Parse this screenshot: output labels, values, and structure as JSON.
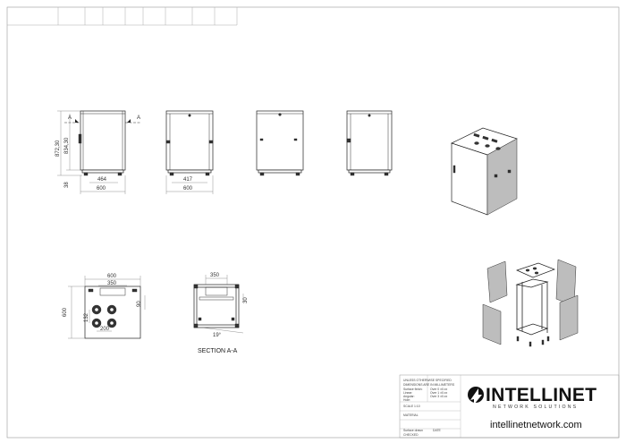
{
  "dimensions": {
    "height_total": "872,30",
    "height_body": "834,30",
    "height_base": "38",
    "depth_inner": "464",
    "width_outer": "600",
    "width_inner": "417",
    "top_width": "600",
    "top_inner": "350",
    "top_depth": "600",
    "top_offset": "90",
    "top_hole_v": "132",
    "top_hole_h": "200",
    "section_width": "350",
    "section_side": "30",
    "section_angle": "19°"
  },
  "markers": {
    "section_left": "A",
    "section_right": "A"
  },
  "captions": {
    "section": "SECTION A-A"
  },
  "title_block": {
    "line1": "UNLESS OTHERWISE SPECIFIED",
    "line2": "DIMENSIONS ARE IN MILLIMETERS",
    "line3": "Surface finish:",
    "line4": "Linear:",
    "line5": "Angular:",
    "line6": "Hole:",
    "tol1": "Over 0 ±0.xx",
    "tol2": "Over 1 ±0.xx",
    "tol3": "Over 3 ±0.xx",
    "scale": "SCALE 1:10",
    "material": "MATERIAL",
    "name_label": "Surface drawn",
    "checked": "CHECKED",
    "date": "DATE"
  },
  "brand": {
    "name": "INTELLINET",
    "tagline": "NETWORK SOLUTIONS",
    "url": "intellinetnetwork.com"
  },
  "colors": {
    "line": "#333333",
    "shade": "#bdbdbd",
    "dark": "#333333"
  }
}
